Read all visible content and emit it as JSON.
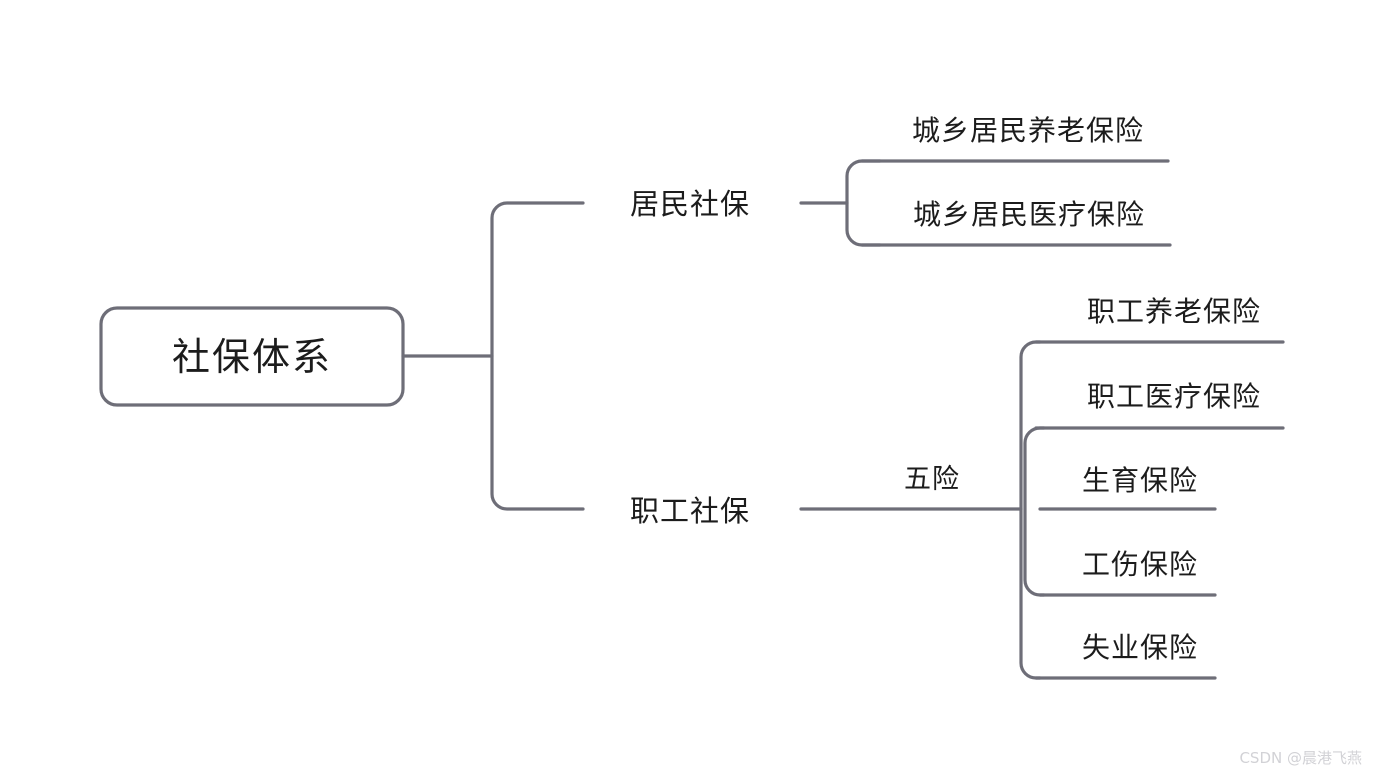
{
  "diagram": {
    "type": "mindmap",
    "title": "社保体系",
    "root": {
      "label": "社保体系"
    },
    "branches": [
      {
        "label": "居民社保",
        "edge_label": "",
        "children": [
          {
            "label": "城乡居民养老保险"
          },
          {
            "label": "城乡居民医疗保险"
          }
        ]
      },
      {
        "label": "职工社保",
        "edge_label": "五险",
        "children": [
          {
            "label": "职工养老保险"
          },
          {
            "label": "职工医疗保险"
          },
          {
            "label": "生育保险"
          },
          {
            "label": "工伤保险"
          },
          {
            "label": "失业保险"
          }
        ]
      }
    ]
  },
  "colors": {
    "line": "#6e6e78",
    "text": "#1c1c1c",
    "background": "#ffffff",
    "watermark": "#d2d2d6"
  },
  "watermark": {
    "text": "CSDN @晨港飞燕"
  }
}
